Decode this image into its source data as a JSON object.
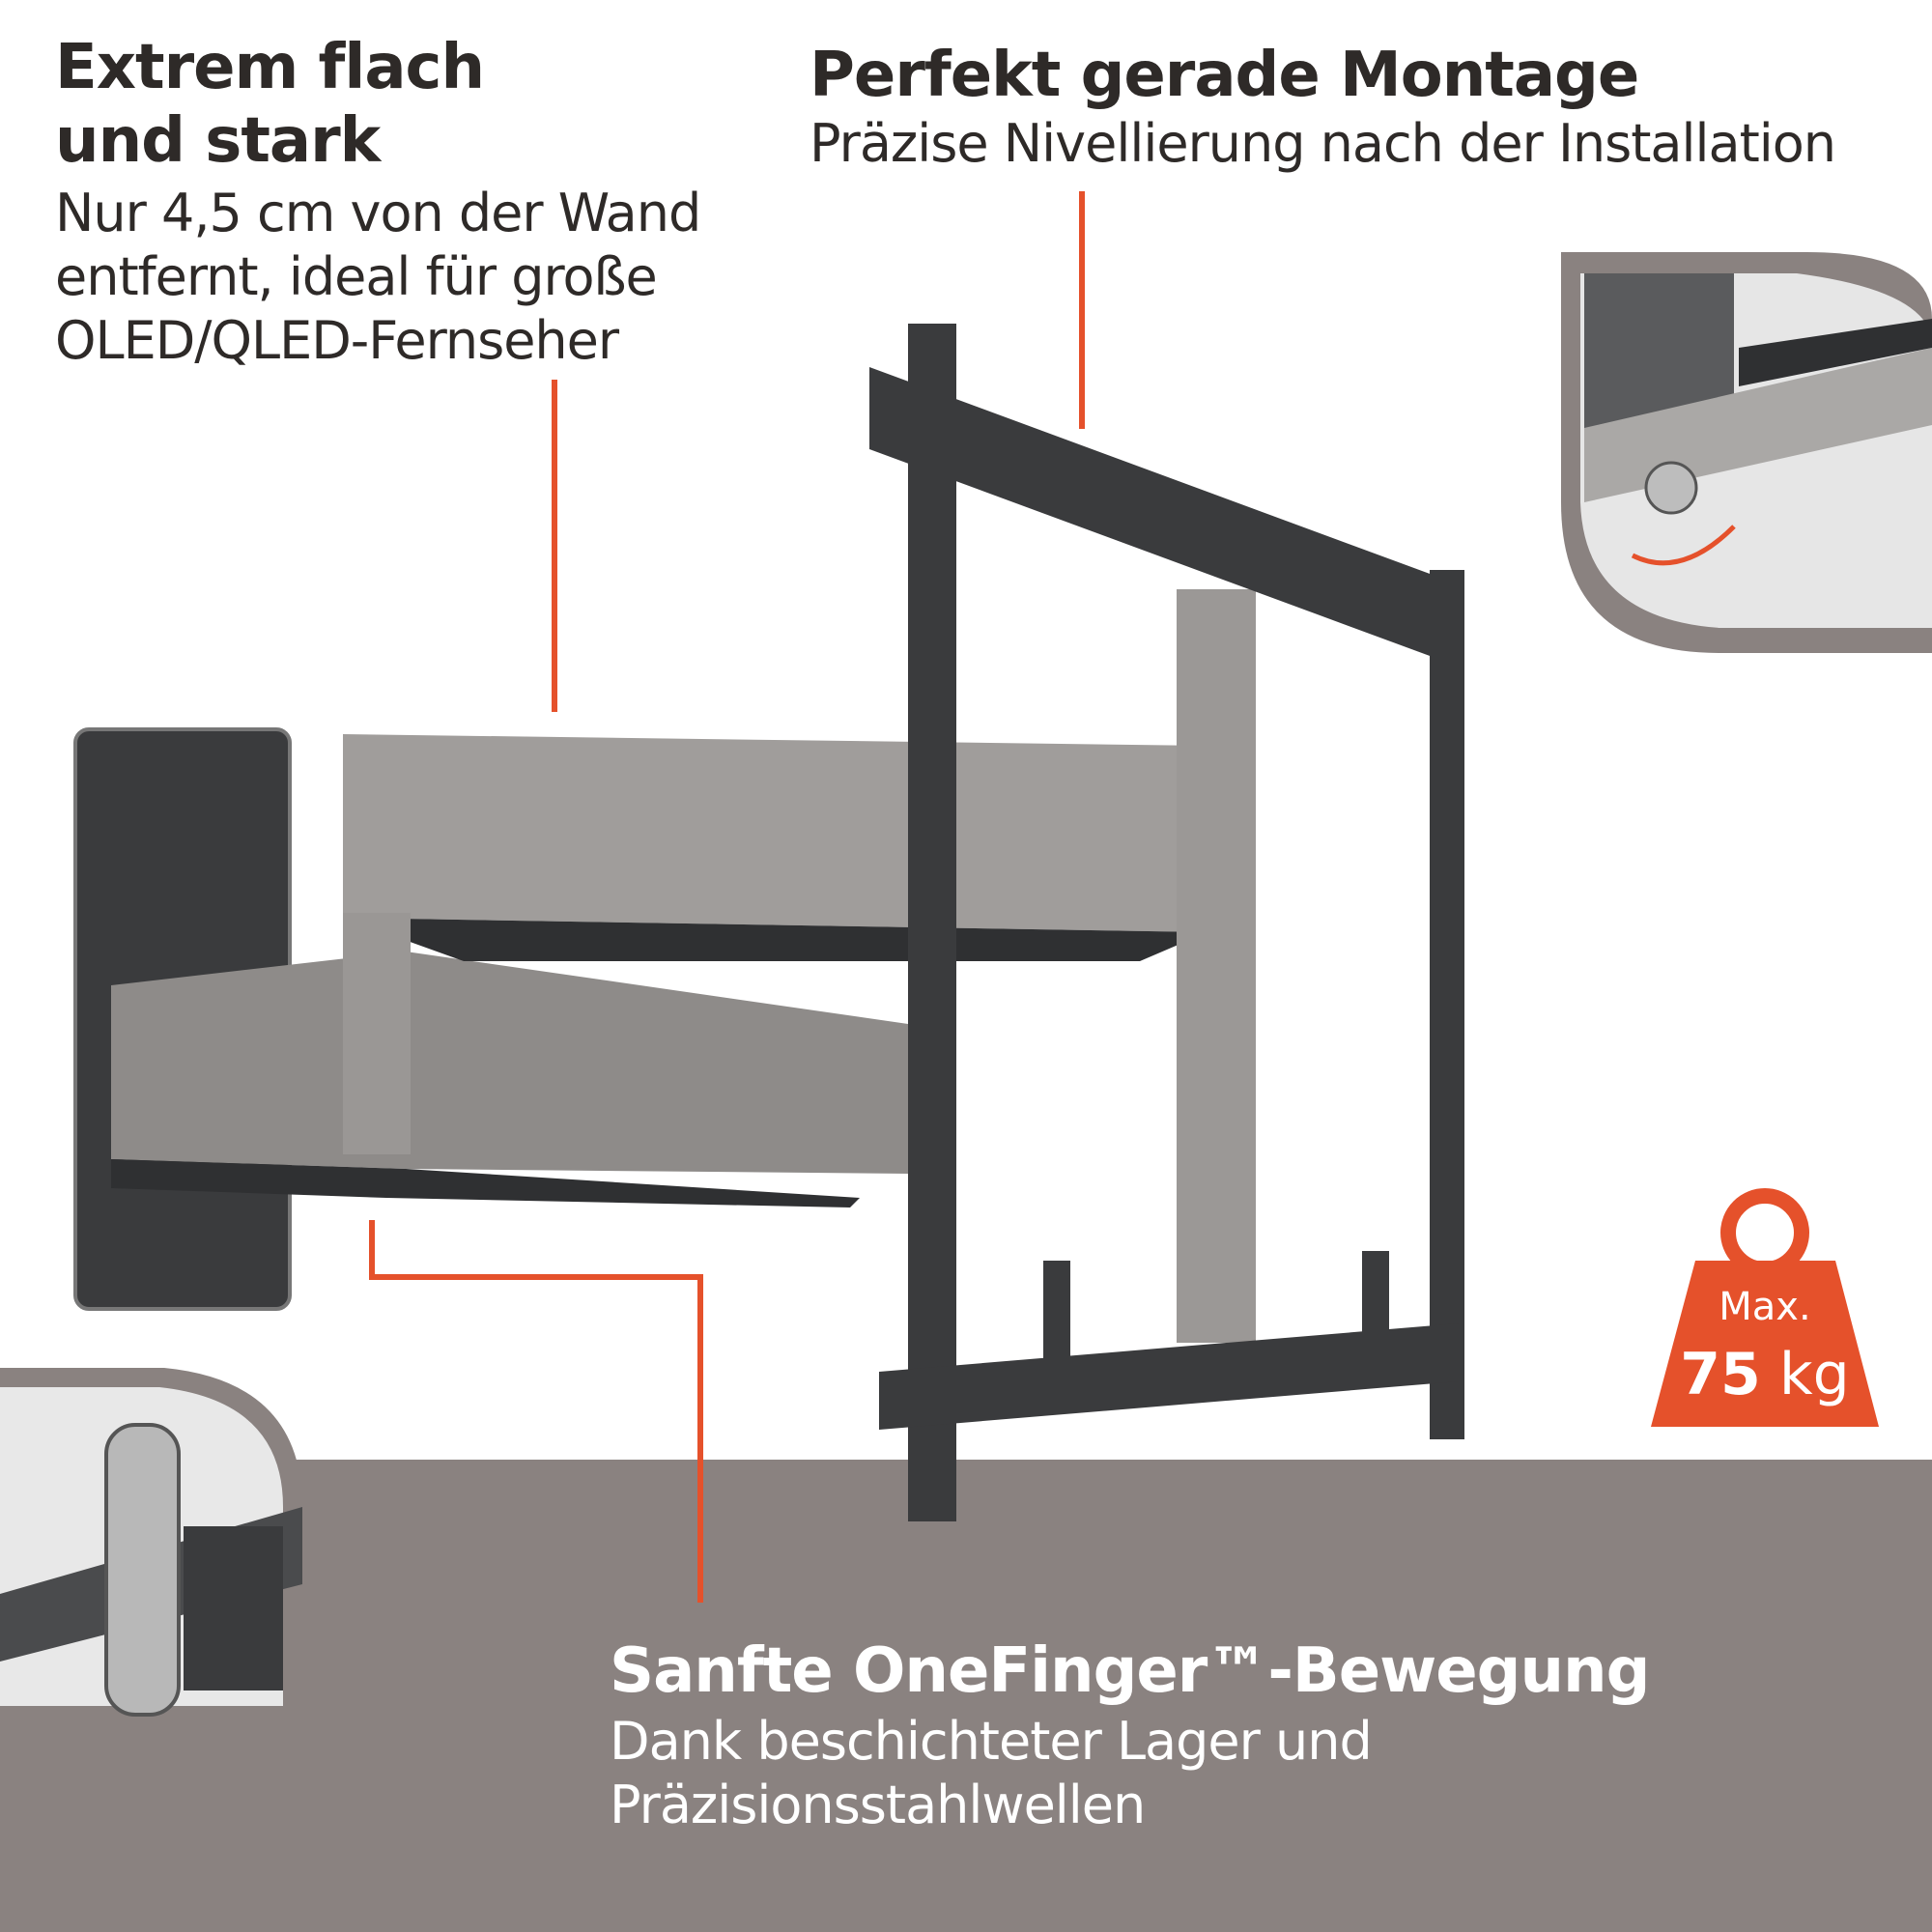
{
  "features": [
    {
      "title_lines": [
        "Extrem flach",
        "und stark"
      ],
      "desc_lines": [
        "Nur 4,5 cm von der Wand",
        "entfernt, ideal für große",
        "OLED/QLED-Fernseher"
      ]
    },
    {
      "title_lines": [
        "Perfekt gerade Montage"
      ],
      "desc_lines": [
        "Präzise Nivellierung nach der Installation"
      ]
    },
    {
      "title_lines": [
        "Sanfte OneFinger™-Bewegung"
      ],
      "desc_lines": [
        "Dank beschichteter Lager und",
        "Präzisionsstahlwellen"
      ]
    }
  ],
  "weight_badge": {
    "prefix": "Max.",
    "value": "75",
    "unit": "kg"
  },
  "colors": {
    "accent": "#e5512b",
    "band": "#8a8280",
    "metal_dark": "#3a3b3d",
    "metal_light": "#9c9997"
  }
}
